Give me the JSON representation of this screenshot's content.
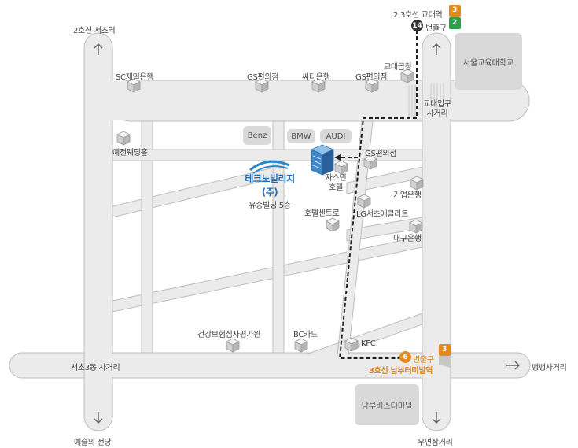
{
  "company": {
    "name": "테크노빌리지(주)",
    "floor": "유승빌딩 5층"
  },
  "stations": {
    "top": {
      "line": "2,3호선 교대역",
      "exit_number": "14",
      "exit_label": "번출구",
      "line_badges": [
        "3",
        "2"
      ]
    },
    "bottom": {
      "exit_number": "6",
      "exit_label": "번출구",
      "name": "3호선 남부터미널역",
      "line_badge": "3"
    }
  },
  "directions": {
    "north_left": "2호선 서초역",
    "east": "뱅뱅사거리",
    "south_left": "예술의 전당",
    "south_right": "우면삼거리"
  },
  "intersections": {
    "west": "서초3동 사거리",
    "northeast": "교대입구\n사거리"
  },
  "places": {
    "sc_bank": "SC제일은행",
    "gs1": "GS편의점",
    "citi": "씨티은행",
    "gs2": "GS편의점",
    "gyodae_gopchang": "교대곱창",
    "seoul_univ": "서울교육대학교",
    "yejeon": "예전웨딩홀",
    "benz": "Benz",
    "bmw": "BMW",
    "audi": "AUDI",
    "gs3": "GS편의점",
    "jasomin": "자스민\n호텔",
    "ibk": "기업은행",
    "lg": "LG서초에클라트",
    "hotel_centro": "호텔센트로",
    "daegu_bank": "대구은행",
    "health": "건강보험심사평가원",
    "bc_card": "BC카드",
    "kfc": "KFC",
    "bus_terminal": "남부버스터미널"
  },
  "colors": {
    "road": "#ebebeb",
    "road_border": "#bdbdbd",
    "route": "#222222",
    "accent_orange": "#e38a1e",
    "line2_green": "#2aa14a",
    "company_blue": "#1f6fb8"
  },
  "icons": [
    "building-icon",
    "arrow-up-icon",
    "arrow-down-icon",
    "arrow-right-icon",
    "subway-exit-icon"
  ]
}
